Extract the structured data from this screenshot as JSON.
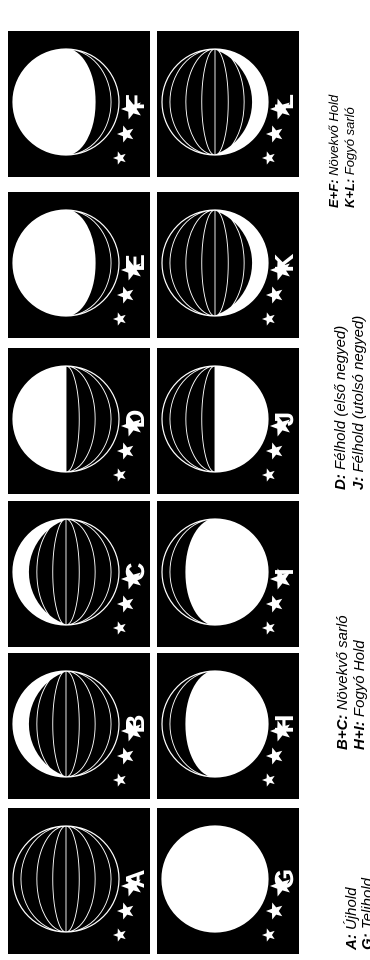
{
  "panels": [
    {
      "letter": "A",
      "phase": "new"
    },
    {
      "letter": "B",
      "phase": "waxing-crescent"
    },
    {
      "letter": "C",
      "phase": "waxing-crescent"
    },
    {
      "letter": "D",
      "phase": "first-quarter"
    },
    {
      "letter": "E",
      "phase": "waxing-gibbous"
    },
    {
      "letter": "F",
      "phase": "waxing-gibbous"
    },
    {
      "letter": "G",
      "phase": "full"
    },
    {
      "letter": "H",
      "phase": "waning-gibbous"
    },
    {
      "letter": "I",
      "phase": "waning-gibbous"
    },
    {
      "letter": "J",
      "phase": "last-quarter"
    },
    {
      "letter": "K",
      "phase": "waning-crescent"
    },
    {
      "letter": "L",
      "phase": "waning-crescent"
    }
  ],
  "legend": {
    "a_label": "A:",
    "a_text": " Újhold",
    "g_label": "G:",
    "g_text": " Telihold",
    "bc_label": "B+C:",
    "bc_text": " Növekvő sarló",
    "hi_label": "H+I:",
    "hi_text": " Fogyó Hold",
    "d_label": "D:",
    "d_text": " Félhold (első negyed)",
    "j_label": "J:",
    "j_text": " Félhold (utolsó negyed)",
    "ef_label": "E+F:",
    "ef_text": " Növekvő Hold",
    "kl_label": "K+L:",
    "kl_text": " Fogyó sarló"
  },
  "colors": {
    "panel": "#000000",
    "moon": "#ffffff",
    "text": "#000000"
  },
  "icons": [
    "star-icon"
  ]
}
